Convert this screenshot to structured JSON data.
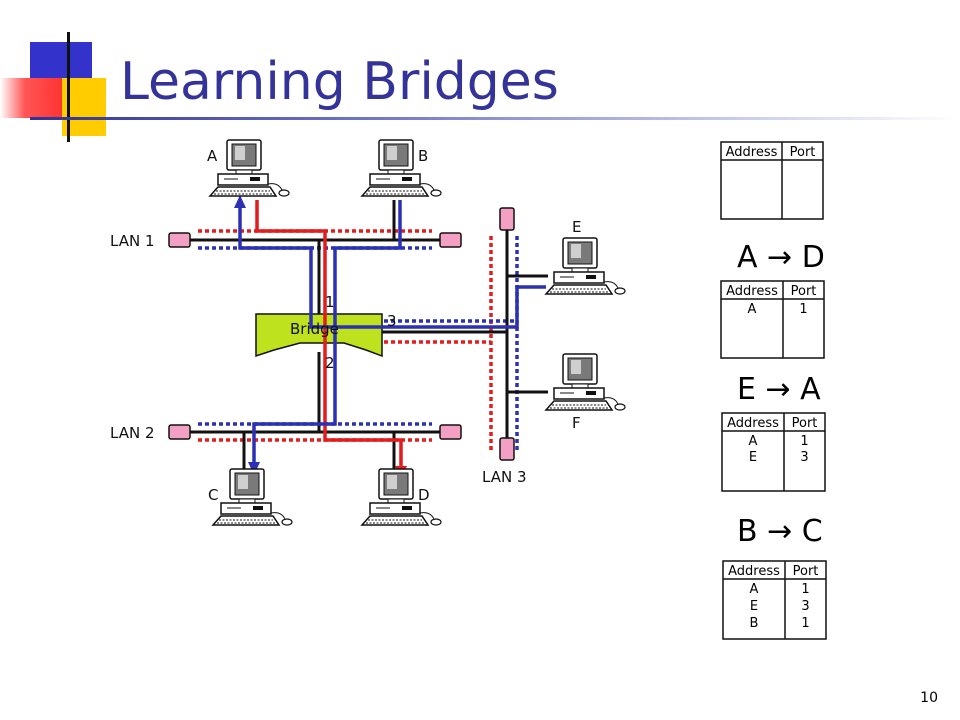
{
  "slide": {
    "title": "Learning Bridges",
    "page_number": "10"
  },
  "colors": {
    "title": "#333399",
    "deco_blue": "#3333cc",
    "deco_yellow": "#ffcc00",
    "deco_red": "#ff3333",
    "bridge_fill": "#bfe21f",
    "path_red": "#e41c1c",
    "path_blue": "#2b31b4",
    "terminator_pink": "#f4a0c4"
  },
  "diagram": {
    "hosts": [
      "A",
      "B",
      "C",
      "D",
      "E",
      "F"
    ],
    "lans": [
      "LAN 1",
      "LAN 2",
      "LAN 3"
    ],
    "bridge_label": "Bridge",
    "port_labels": [
      "1",
      "2",
      "3"
    ]
  },
  "tables": {
    "header_address": "Address",
    "header_port": "Port",
    "transitions": [
      "A → D",
      "E → A",
      "B → C"
    ],
    "states": [
      {
        "rows": []
      },
      {
        "rows": [
          {
            "address": "A",
            "port": "1"
          }
        ]
      },
      {
        "rows": [
          {
            "address": "A",
            "port": "1"
          },
          {
            "address": "E",
            "port": "3"
          }
        ]
      },
      {
        "rows": [
          {
            "address": "A",
            "port": "1"
          },
          {
            "address": "E",
            "port": "3"
          },
          {
            "address": "B",
            "port": "1"
          }
        ]
      }
    ]
  }
}
